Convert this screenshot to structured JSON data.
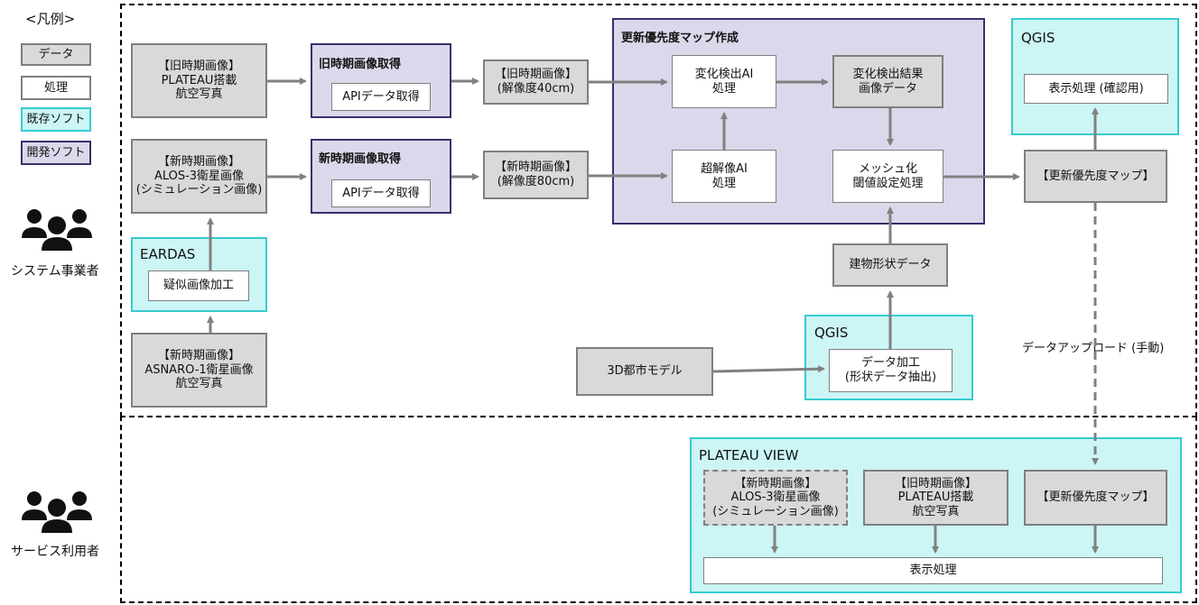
{
  "legend": {
    "title": "<凡例>",
    "data": "データ",
    "process": "処理",
    "existing": "既存ソフト",
    "dev": "開発ソフト"
  },
  "actors": {
    "operator": "システム事業者",
    "user": "サービス利用者"
  },
  "inputs": {
    "old_image": "【旧時期画像】\nPLATEAU搭載\n航空写真",
    "new_image": "【新時期画像】\nALOS-3衛星画像\n(シミュレーション画像)",
    "asnaro": "【新時期画像】\nASNARO-1衛星画像\n航空写真"
  },
  "eardas": {
    "title": "EARDAS",
    "process": "疑似画像加工"
  },
  "old_acq": {
    "title": "旧時期画像取得",
    "api": "APIデータ取得"
  },
  "new_acq": {
    "title": "新時期画像取得",
    "api": "APIデータ取得"
  },
  "old_res": "【旧時期画像】\n(解像度40cm)",
  "new_res": "【新時期画像】\n(解像度80cm)",
  "map_create": {
    "title": "更新優先度マップ作成",
    "change_ai": "変化検出AI\n処理",
    "change_result": "変化検出結果\n画像データ",
    "sr_ai": "超解像AI\n処理",
    "mesh": "メッシュ化\n閾値設定処理"
  },
  "qgis_top": {
    "title": "QGIS",
    "display": "表示処理 (確認用)"
  },
  "priority_map": "【更新優先度マップ】",
  "building": "建物形状データ",
  "qgis_mid": {
    "title": "QGIS",
    "process": "データ加工\n(形状データ抽出)"
  },
  "model3d": "3D都市モデル",
  "upload_label": "データアップロード (手動)",
  "plateau_view": {
    "title": "PLATEAU VIEW",
    "new_image": "【新時期画像】\nALOS-3衛星画像\n(シミュレーション画像)",
    "old_image": "【旧時期画像】\nPLATEAU搭載\n航空写真",
    "priority_map": "【更新優先度マップ】",
    "display": "表示処理"
  }
}
